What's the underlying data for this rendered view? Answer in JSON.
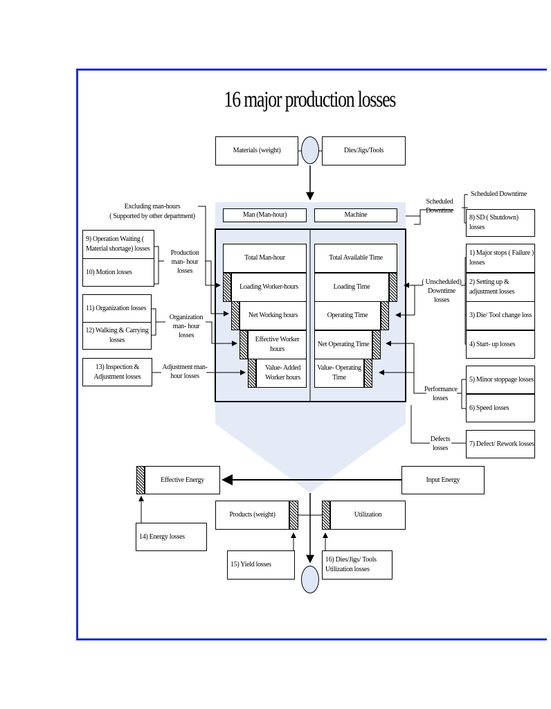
{
  "title": "16 major production losses",
  "top": {
    "materials": "Materials (weight)",
    "dies": "Dies/Jigs/Tools"
  },
  "headers": {
    "man": "Man (Man-hour)",
    "machine": "Machine"
  },
  "left_labels": {
    "excluding": "Excluding man-hours",
    "excluding_sub": "( Supported by other department)",
    "production": "Production man- hour losses",
    "organization": "Organization man- hour losses",
    "adjustment": "Adjustment man- hour losses"
  },
  "left_boxes": {
    "b9": "9) Operation Waiting ( Material shortage) losses",
    "b10": "10) Motion losses",
    "b11": "11) Organization losses",
    "b12": "12) Walking & Carrying losses",
    "b13": "13) Inspection & Adjustment losses"
  },
  "man_stack": [
    "Total Man-hour",
    "Loading Worker-hours",
    "Net Working hours",
    "Effective Worker hours",
    "Value- Added Worker hours"
  ],
  "machine_stack": [
    "Total Available Time",
    "Loading Time",
    "Operating Time",
    "Net Operating Time",
    "Value- Operating Time"
  ],
  "right_labels": {
    "scheduled": "Scheduled Downtime",
    "scheduled_top": "Scheduled Downtime",
    "unscheduled": "( Unscheduled) Downtime losses",
    "performance": "Performance losses",
    "defects": "Defects losses"
  },
  "right_boxes": {
    "b8": "8) SD ( Shutdown) losses",
    "b1": "1) Major stops ( Failure ) losses",
    "b2": "2) Setting up & adjustment losses",
    "b3": "3) Die/ Tool change loss",
    "b4": "4) Start- up losses",
    "b5": "5) Minor stoppage losses",
    "b6": "6) Speed losses",
    "b7": "7) Defect/ Rework losses"
  },
  "bottom": {
    "effective_energy": "Effective Energy",
    "input_energy": "Input Energy",
    "products": "Products (weight)",
    "utilization": "Utilization",
    "b14": "14) Energy losses",
    "b15": "15) Yield losses",
    "b16": "16) Dies/Jigs/ Tools Utilization losses"
  },
  "colors": {
    "frame": "#1a2fd6",
    "funnel": "#e4eaf6"
  }
}
